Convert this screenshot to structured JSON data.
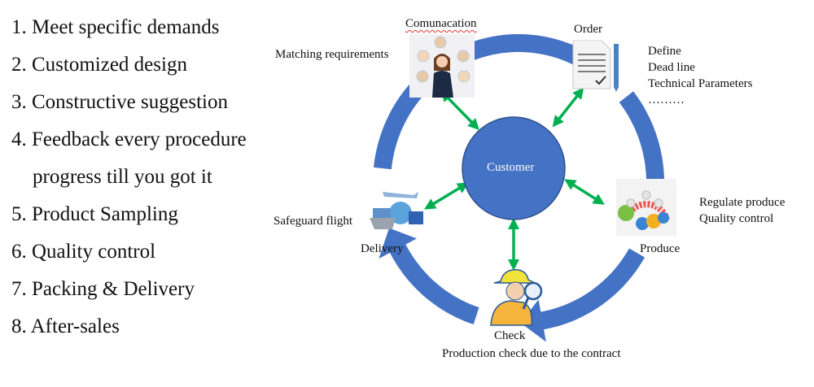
{
  "features_list": [
    {
      "number": "1.",
      "text": "Meet specific demands"
    },
    {
      "number": "2.",
      "text": "Customized design"
    },
    {
      "number": "3.",
      "text": "Constructive suggestion"
    },
    {
      "number": "4.",
      "text": "Feedback every procedure"
    },
    {
      "number": "",
      "text": "progress till you got it"
    },
    {
      "number": "5.",
      "text": "Product Sampling"
    },
    {
      "number": "6.",
      "text": "Quality control"
    },
    {
      "number": "7.",
      "text": "Packing & Delivery"
    },
    {
      "number": "8.",
      "text": "After-sales"
    }
  ],
  "cycle": {
    "center_label": "Customer",
    "colors": {
      "ring": "#4472c4",
      "center": "#4472c4",
      "connector": "#00b050",
      "text": "#111111"
    },
    "stages": [
      {
        "id": "communication",
        "title": "Comunacation",
        "note": "Matching requirements",
        "icon": "customer-service-team-icon"
      },
      {
        "id": "order",
        "title": "Order",
        "note": "Define\nDead line\nTechnical Parameters\n………",
        "icon": "order-document-pen-icon"
      },
      {
        "id": "produce",
        "title": "Produce",
        "note": "Regulate produce\nQuality control",
        "icon": "gears-workers-icon"
      },
      {
        "id": "check",
        "title": "Check",
        "note": "Production check due to the contract",
        "icon": "detective-magnifier-icon"
      },
      {
        "id": "delivery",
        "title": "Delivery",
        "note": "Safeguard flight",
        "icon": "ship-plane-globe-icon"
      }
    ]
  }
}
